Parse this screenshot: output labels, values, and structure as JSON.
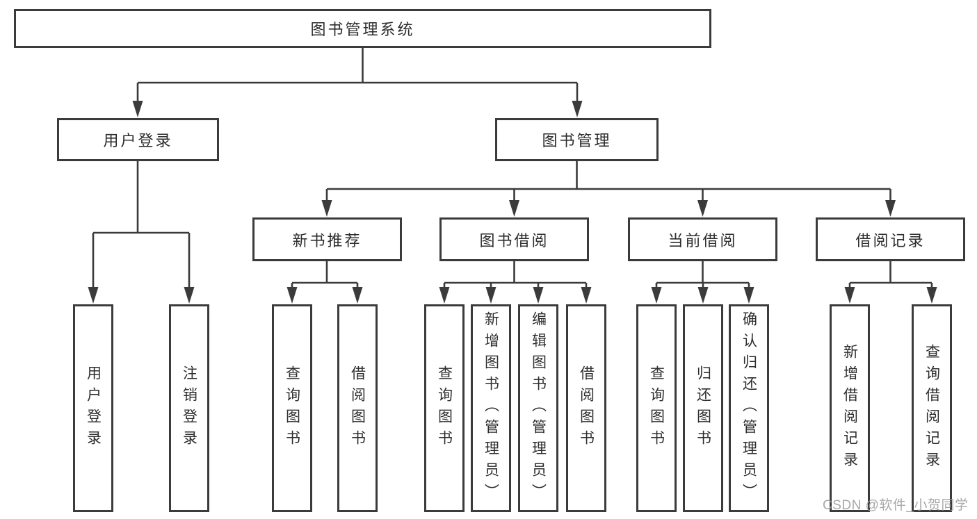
{
  "diagram": {
    "type": "hierarchy-tree",
    "root": {
      "label": "图书管理系统"
    },
    "level2": [
      {
        "id": "user-login-group",
        "label": "用户登录",
        "parent": "图书管理系统"
      },
      {
        "id": "book-management",
        "label": "图书管理",
        "parent": "图书管理系统"
      }
    ],
    "level3": [
      {
        "id": "new-book-recommend",
        "label": "新书推荐",
        "parent": "图书管理"
      },
      {
        "id": "book-borrow",
        "label": "图书借阅",
        "parent": "图书管理"
      },
      {
        "id": "current-borrow",
        "label": "当前借阅",
        "parent": "图书管理"
      },
      {
        "id": "borrow-records",
        "label": "借阅记录",
        "parent": "图书管理"
      }
    ],
    "leaves": [
      {
        "id": "user-login",
        "label": "用户登录",
        "parent": "用户登录"
      },
      {
        "id": "logout",
        "label": "注销登录",
        "parent": "用户登录"
      },
      {
        "id": "query-books-1",
        "label": "查询图书",
        "parent": "新书推荐"
      },
      {
        "id": "borrow-books-1",
        "label": "借阅图书",
        "parent": "新书推荐"
      },
      {
        "id": "query-books-2",
        "label": "查询图书",
        "parent": "图书借阅"
      },
      {
        "id": "add-books-admin",
        "label": "新增图书（管理员）",
        "parent": "图书借阅"
      },
      {
        "id": "edit-books-admin",
        "label": "编辑图书（管理员）",
        "parent": "图书借阅"
      },
      {
        "id": "borrow-books-2",
        "label": "借阅图书",
        "parent": "图书借阅"
      },
      {
        "id": "query-books-3",
        "label": "查询图书",
        "parent": "当前借阅"
      },
      {
        "id": "return-books",
        "label": "归还图书",
        "parent": "当前借阅"
      },
      {
        "id": "confirm-return-admin",
        "label": "确认归还（管理员）",
        "parent": "当前借阅"
      },
      {
        "id": "add-borrow-record",
        "label": "新增借阅记录",
        "parent": "借阅记录"
      },
      {
        "id": "query-borrow-record",
        "label": "查询借阅记录",
        "parent": "借阅记录"
      }
    ],
    "colors": {
      "line": "#3b3b3b",
      "box_border": "#3b3b3b",
      "text": "#2d2d2d",
      "watermark": "#9e9e9e",
      "background": "#ffffff"
    },
    "watermark": {
      "text": "CSDN @软件_小贺同学"
    }
  }
}
